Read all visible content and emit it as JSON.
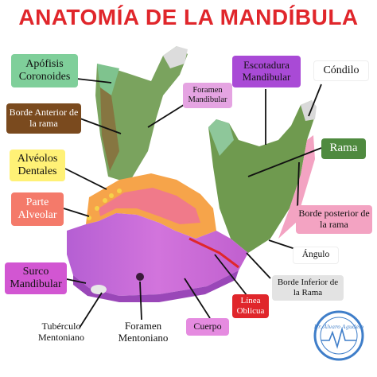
{
  "title": "ANATOMÍA DE LA MANDÍBULA",
  "labels": {
    "apofisis": "Apófisis Coronoides",
    "foramen_mand": "Foramen Mandibular",
    "escotadura": "Escotadura Mandibular",
    "condilo": "Cóndilo",
    "borde_anterior": "Borde Anterior de la rama",
    "rama": "Rama",
    "alveolos": "Alvéolos Dentales",
    "parte_alveolar": "Parte Alveolar",
    "borde_posterior": "Borde posterior de la rama",
    "angulo": "Ángulo",
    "surco": "Surco Mandibular",
    "borde_inferior": "Borde Inferior de la Rama",
    "linea_oblicua": "Línea Oblicua",
    "tuberculo": "Tubérculo Mentoniano",
    "foramen_ment": "Foramen Mentoniano",
    "cuerpo": "Cuerpo"
  },
  "signature": "Dr. Álvaro Agudelo",
  "colors": {
    "title": "#e0262b",
    "apofisis_bg": "#7fcf9a",
    "foramen_mand_bg": "#e5a4e2",
    "escotadura_bg": "#a94ad6",
    "condilo_bg": "#ffffff",
    "borde_anterior_bg": "#7a4a1e",
    "rama_bg": "#4f8a3f",
    "alveolos_bg": "#fff176",
    "parte_alveolar_bg": "#f47a6a",
    "borde_posterior_bg": "#f3a3c2",
    "angulo_bg": "#ffffff",
    "surco_bg": "#d256d2",
    "borde_inferior_bg": "#e3e3e3",
    "linea_oblicua_bg": "#e0262b",
    "tuberculo_bg": "#ffffff",
    "foramen_ment_bg": "#ffffff",
    "cuerpo_bg": "#e58be0"
  }
}
